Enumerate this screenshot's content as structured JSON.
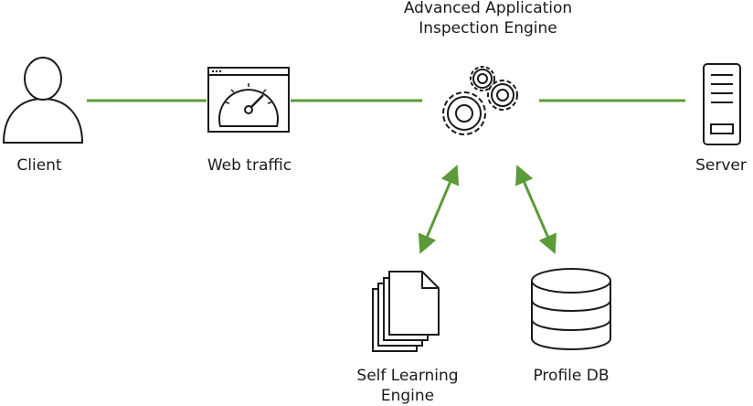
{
  "colors": {
    "connector": "#5c9a3a",
    "icon_stroke": "#1a1a1a",
    "icon_fill": "#ffffff"
  },
  "nodes": {
    "client": {
      "label": "Client",
      "icon": "user-icon"
    },
    "web_traffic": {
      "label": "Web traffic",
      "icon": "speedometer-browser-icon"
    },
    "engine": {
      "label": "Advanced Application\nInspection Engine",
      "icon": "gears-icon"
    },
    "server": {
      "label": "Server",
      "icon": "server-icon"
    },
    "self_learning": {
      "label": "Self Learning\nEngine",
      "icon": "documents-stack-icon"
    },
    "profile_db": {
      "label": "Profile DB",
      "icon": "database-icon"
    }
  }
}
